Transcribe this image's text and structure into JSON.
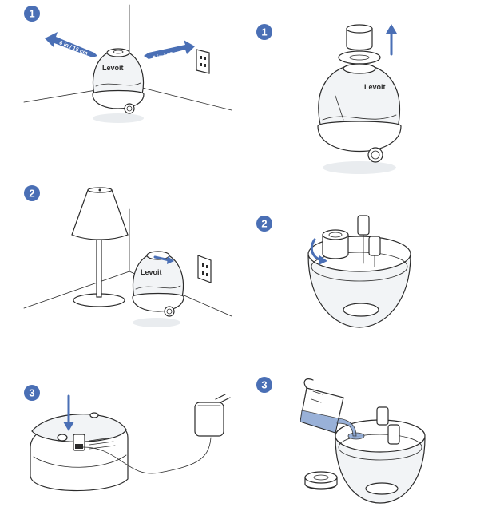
{
  "accent_color": "#4a6fb5",
  "badges": {
    "left_1": "1",
    "left_2": "2",
    "left_3": "3",
    "right_1": "1",
    "right_2": "2",
    "right_3": "3"
  },
  "brand_logo": "Levoit",
  "clearance_left": "6 in / 15 cm",
  "clearance_right": "6 in / 15 cm"
}
